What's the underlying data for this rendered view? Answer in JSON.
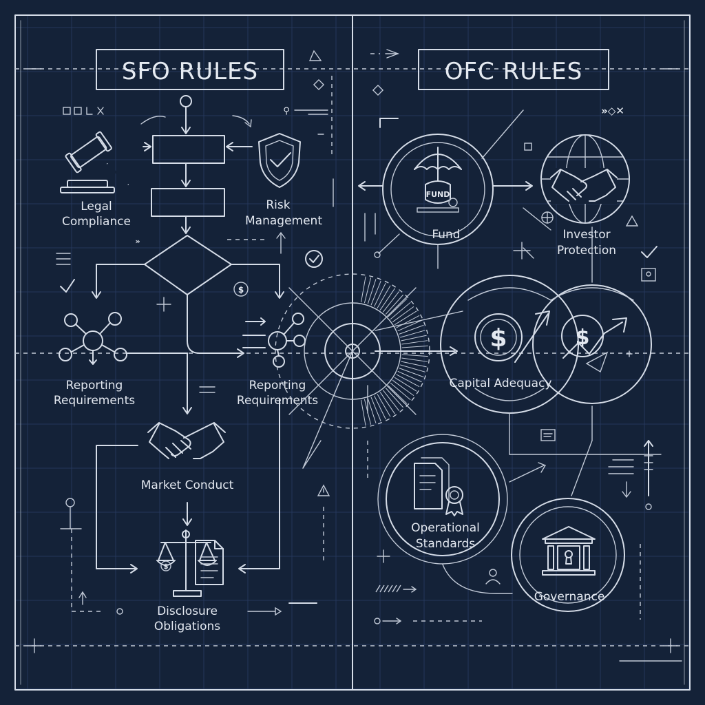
{
  "colors": {
    "background": "#142238",
    "line": "#d6dde8",
    "grid": "#25375a"
  },
  "sfo": {
    "title": "SFO RULES",
    "legal_compliance": [
      "Legal",
      "Compliance"
    ],
    "risk_management": [
      "Risk",
      "Management"
    ],
    "reporting_left": [
      "Reporting",
      "Requirements"
    ],
    "reporting_right": [
      "Reporting",
      "Requirements"
    ],
    "market_conduct": "Market Conduct",
    "disclosure": [
      "Disclosure",
      "Obligations"
    ]
  },
  "ofc": {
    "title": "OFC RULES",
    "fund_badge": "FUND",
    "fund": "Fund",
    "investor_protection": [
      "Investor",
      "Protection"
    ],
    "capital_adequacy": "Capital Adequacy",
    "operational_standards": [
      "Operational",
      "Standards"
    ],
    "governance": "Governance"
  },
  "icons": [
    "gavel-icon",
    "shield-check-icon",
    "network-icon",
    "handshake-icon",
    "scales-icon",
    "document-icon",
    "umbrella-icon",
    "globe-handshake-icon",
    "dollar-growth-icon",
    "certificate-icon",
    "bank-icon",
    "hub-icon"
  ]
}
